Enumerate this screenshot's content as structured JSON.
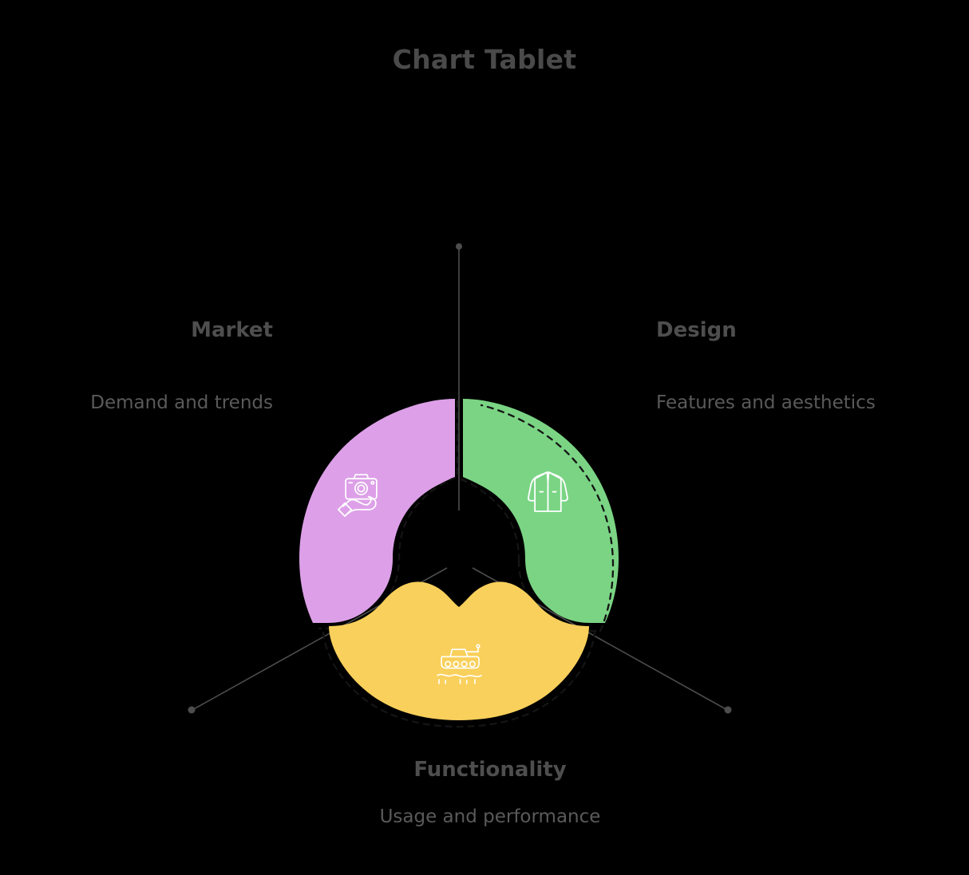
{
  "chart_title": "Chart Tablet",
  "chart_data": {
    "type": "pie",
    "title": "Chart Tablet",
    "subtype": "donut",
    "segment_count": 3,
    "categories": [
      "Market",
      "Design",
      "Functionality"
    ],
    "values": [
      33.3,
      33.3,
      33.3
    ],
    "colors": [
      "#DDA0E8",
      "#7AD484",
      "#F9D05B"
    ],
    "descriptions": [
      "Demand and trends",
      "Features and aesthetics",
      "Usage and performance"
    ],
    "icons": [
      "hand-holding-camera-icon",
      "jacket-icon",
      "tank-icon"
    ],
    "legend": "none",
    "grid": false,
    "background": "#000000"
  },
  "segments": [
    {
      "id": "market",
      "heading": "Market",
      "description": "Demand and trends",
      "color": "#DDA0E8",
      "icon": "hand-holding-camera-icon",
      "value": 33.3,
      "position": "left"
    },
    {
      "id": "design",
      "heading": "Design",
      "description": "Features and aesthetics",
      "color": "#7AD484",
      "icon": "jacket-icon",
      "value": 33.3,
      "position": "right"
    },
    {
      "id": "functionality",
      "heading": "Functionality",
      "description": "Usage and performance",
      "color": "#F9D05B",
      "icon": "tank-icon",
      "value": 33.3,
      "position": "bottom"
    }
  ],
  "theme": {
    "background_color": "#000000",
    "title_color": "#4a4a4a",
    "heading_color": "#4e4e4e",
    "description_color": "#5a5a5a",
    "connector_color": "#4d4d4d",
    "outline_style": "dashed",
    "outline_color": "#111111",
    "icon_color": "#ffffff"
  }
}
